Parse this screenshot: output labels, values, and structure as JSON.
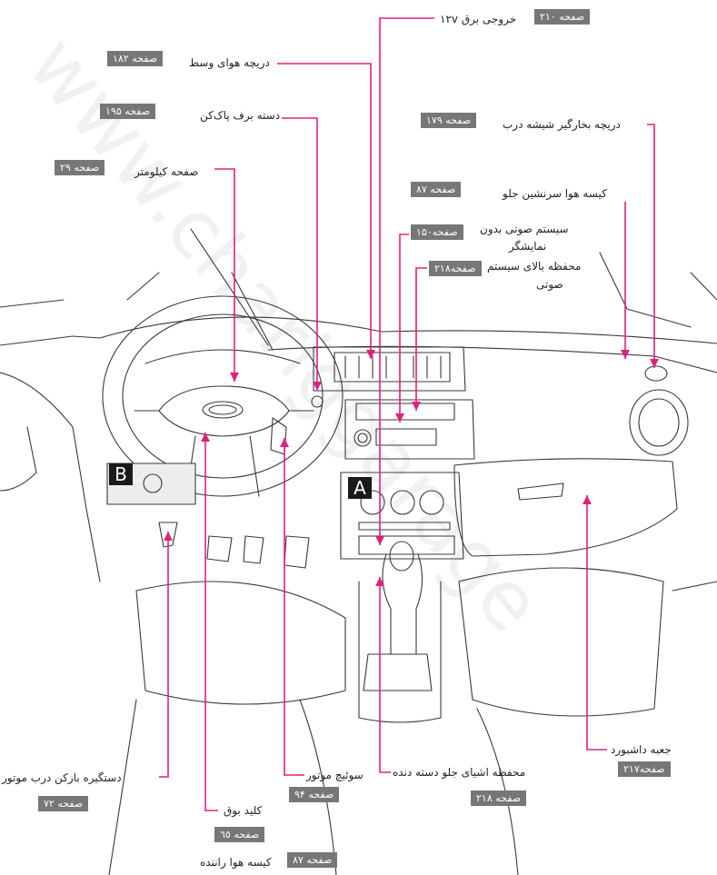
{
  "watermark": "www.chariggarage",
  "markers": {
    "a": "A",
    "b": "B"
  },
  "colors": {
    "leader": "#e0207f",
    "tag_bg": "#777777",
    "line_art": "#3a3a3a"
  },
  "callouts": {
    "outlet_12v": {
      "label": "خروجی برق ۱۲v",
      "page": "صفحه ۲۱۰"
    },
    "center_vent": {
      "label": "دریچه هوای وسط",
      "page": "صفحه ۱۸۲"
    },
    "wiper_stalk": {
      "label": "دسته برف پاک‌کن",
      "page": "صفحه ۱۹۵"
    },
    "door_defog_vent": {
      "label": "دریچه بخارگیر شیشه درب",
      "page": "صفحه ۱۷۹"
    },
    "odometer": {
      "label": "صفحه کیلومتر",
      "page": "صفحه ۲۹"
    },
    "passenger_airbag": {
      "label": "کیسه هوا سرنشین جلو",
      "page": "صفحه ۸۷"
    },
    "audio_no_display": {
      "label_1": "سیستم صوتی بدون",
      "label_2": "نمایشگر",
      "page": "صفحه۱۵۰"
    },
    "audio_top_storage": {
      "label_1": "محفظه بالای سیستم",
      "label_2": "صوتی",
      "page": "صفحه۲۱۸"
    },
    "hood_release": {
      "label": "دستگیره بازکن درب موتور",
      "page": "صفحه ۷۲"
    },
    "ignition": {
      "label": "سوئیچ موتور",
      "page": "صفحه ۹۴"
    },
    "shifter_storage": {
      "label": "محفظه اشیای جلو دسته دنده",
      "page": "صفحه ۲۱۸"
    },
    "glovebox": {
      "label": "جعبه داشبورد",
      "page": "صفحه۲۱۷"
    },
    "horn": {
      "label": "کلید بوق",
      "page": "صفحه ٦٥"
    },
    "driver_airbag": {
      "label": "کیسه هوا راننده",
      "page": "صفحه ۸۷"
    }
  }
}
